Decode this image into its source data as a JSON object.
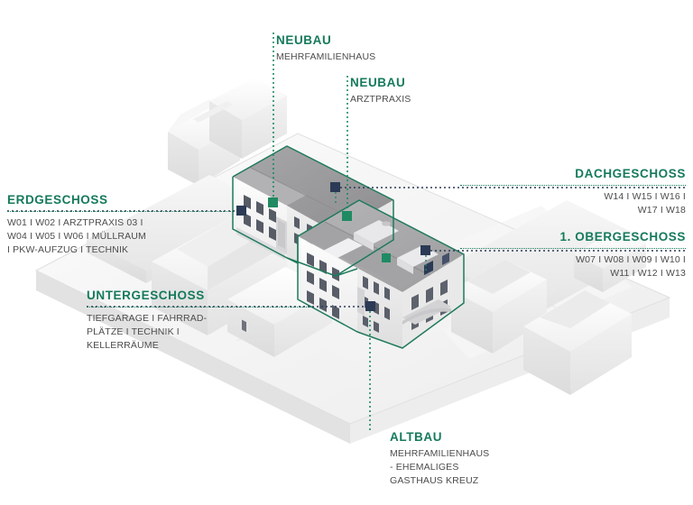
{
  "colors": {
    "accent_green": "#157a5b",
    "marker_green": "#1f8a63",
    "marker_navy": "#2b3a55",
    "body_text": "#4c4c4c",
    "terrain_light": "#f2f2f2",
    "terrain_mid": "#e3e3e3",
    "roof_gray": "#9a9a9c"
  },
  "callouts": {
    "neubau_mfh": {
      "title": "NEUBAU",
      "body": "MEHRFAMILIENHAUS"
    },
    "neubau_arztpraxis": {
      "title": "NEUBAU",
      "body": "ARZTPRAXIS"
    },
    "erdgeschoss": {
      "title": "ERDGESCHOSS",
      "body": "W01 I W02 I ARZTPRAXIS 03 I\nW04 I W05 I W06 I MÜLLRAUM\nI PKW-AUFZUG I TECHNIK"
    },
    "untergeschoss": {
      "title": "UNTERGESCHOSS",
      "body": "TIEFGARAGE I FAHRRAD-\nPLÄTZE I TECHNIK I\nKELLERRÄUME"
    },
    "dachgeschoss": {
      "title": "DACHGESCHOSS",
      "body": "W14 I W15 I W16 I\nW17 I W18"
    },
    "obergeschoss": {
      "title": "1. OBERGESCHOSS",
      "body": "W07 I W08 I W09 I W10 I\nW11 I W12 I W13"
    },
    "altbau": {
      "title": "ALTBAU",
      "body": "MEHRFAMILIENHAUS\n- EHEMALIGES\nGASTHAUS KREUZ"
    }
  },
  "markers": [
    {
      "name": "marker-neubau-mfh",
      "type": "green"
    },
    {
      "name": "marker-neubau-arztpraxis",
      "type": "green"
    },
    {
      "name": "marker-erdgeschoss",
      "type": "navy"
    },
    {
      "name": "marker-untergeschoss",
      "type": "navy"
    },
    {
      "name": "marker-dachgeschoss",
      "type": "navy"
    },
    {
      "name": "marker-obergeschoss",
      "type": "navy"
    }
  ]
}
